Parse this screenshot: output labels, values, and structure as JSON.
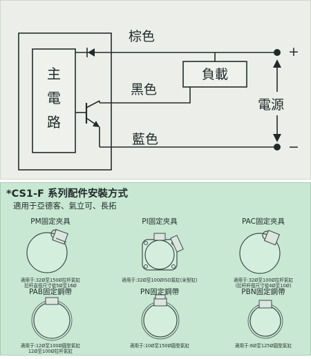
{
  "wiring": {
    "main_circuit": "主電路",
    "brown_label": "棕色",
    "black_label": "黑色",
    "blue_label": "藍色",
    "load_label": "負載",
    "power_label": "電源",
    "plus_sign": "+",
    "minus_sign": "−"
  },
  "mounting": {
    "title": "*CS1-F 系列配件安裝方式",
    "subtitle": "適用于亞德客、氣立可、長拓",
    "items": [
      {
        "name": "PM固定夾具",
        "note_1": "適用于:32Ø至150Ø拉杆氣缸",
        "note_2": "拉杆直徑尺寸從5Ø至16Ø"
      },
      {
        "name": "PI固定夾具",
        "note_1": "適用于:32Ø至100ØISO氣缸(米型缸)",
        "note_2": ""
      },
      {
        "name": "PAC固定夾具",
        "note_1": "適用于:32Ø至100Ø拉杆氣缸",
        "note_2": "(拉杆杆徑尺寸從4Ø至10Ø)"
      },
      {
        "name": "PAB固定鋼帶",
        "note_1": "適用于:12Ø至100Ø圓型氣缸",
        "note_2": "12Ø至100Ø拉杆氣缸"
      },
      {
        "name": "PN固定鋼帶",
        "note_1": "適用于:10Ø至150Ø圓型氣缸",
        "note_2": ""
      },
      {
        "name": "PBN固定鋼帶",
        "note_1": "適用于:6Ø至125Ø圓型氣缸",
        "note_2": ""
      }
    ]
  }
}
